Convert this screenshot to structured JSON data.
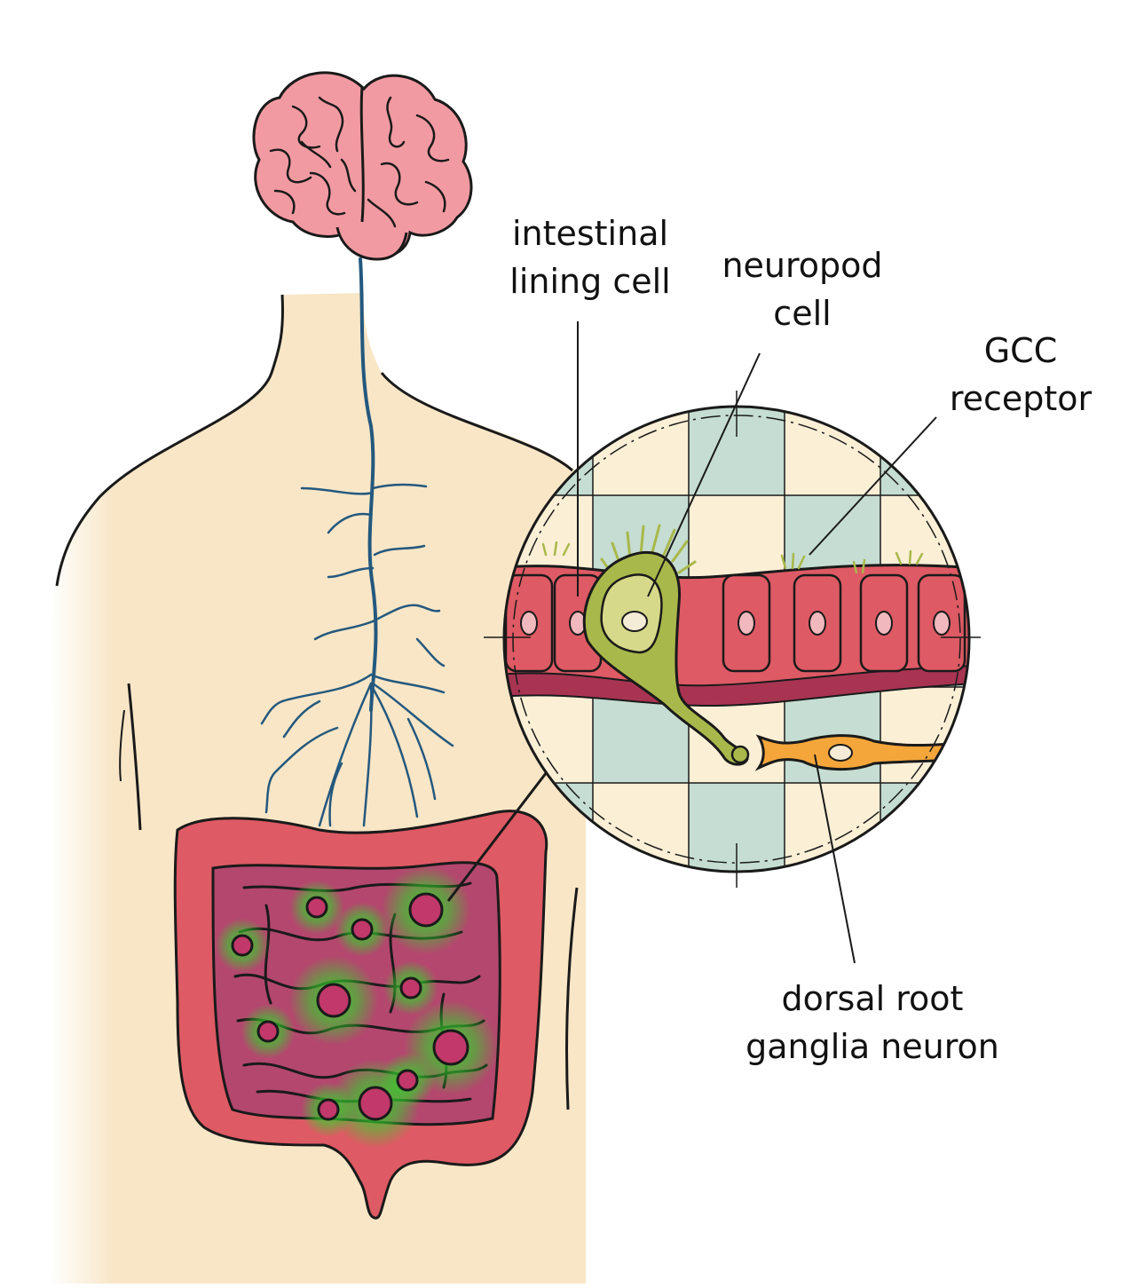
{
  "labels": {
    "intestinal_lining_cell": {
      "line1": "intestinal",
      "line2": "lining cell"
    },
    "neuropod_cell": {
      "line1": "neuropod",
      "line2": "cell"
    },
    "gcc_receptor": {
      "line1": "GCC",
      "line2": "receptor"
    },
    "dorsal_root_ganglia_neuron": {
      "line1": "dorsal root",
      "line2": "ganglia neuron"
    }
  },
  "colors": {
    "skin": "#f8e6c6",
    "brain": "#f29aa2",
    "nerve": "#24587e",
    "intestine": "#de5a64",
    "intestine_dark": "#a83452",
    "glow": "#33d12a",
    "neuropod": "#a9b84a",
    "neuron": "#f5a63a",
    "tile_green": "#c5ddd2",
    "tile_cream": "#fbefd6",
    "outline": "#1a1a1a"
  }
}
